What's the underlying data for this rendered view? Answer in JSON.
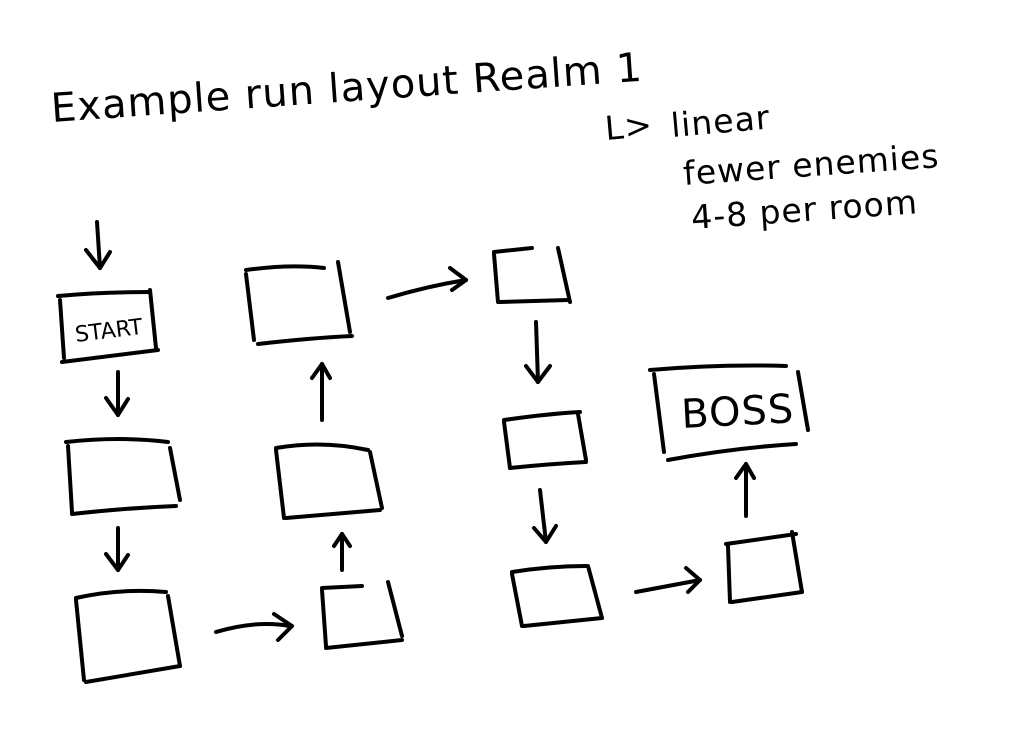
{
  "title": "Example run layout Realm 1",
  "notes": {
    "arrow_glyph": "L>",
    "lines": [
      "linear",
      "fewer enemies",
      "4-8 per room"
    ]
  },
  "rooms": {
    "start_label": "START",
    "boss_label": "BOSS"
  },
  "colors": {
    "ink": "#000000",
    "paper": "#ffffff"
  }
}
